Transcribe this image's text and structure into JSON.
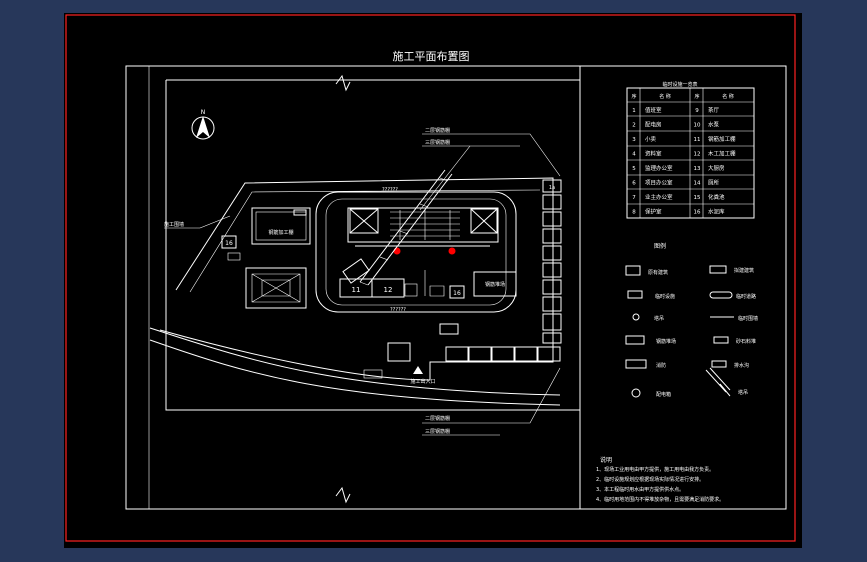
{
  "drawing": {
    "title": "施工平面布置图",
    "north": "N",
    "labels": {
      "top_callout_1": "二层钢筋棚",
      "top_callout_2": "三层钢筋棚",
      "bottom_callout_1": "二层钢筋棚",
      "bottom_callout_2": "三层钢筋棚",
      "road_top": "??????",
      "road_bottom": "??????",
      "left_road": "施工围墙",
      "entrance": "施工出入口",
      "building_left": "钢筋加工棚",
      "plot_label": "钢筋堆场",
      "num_11": "11",
      "num_12": "12",
      "num_16_left": "16",
      "num_16_right": "16",
      "num_1a": "1a"
    }
  },
  "legend_table": {
    "title": "临时设施一览表",
    "header": [
      "序",
      "名 称",
      "序",
      "名 称"
    ],
    "rows": [
      [
        "1",
        "值班室",
        "9",
        "茶厅"
      ],
      [
        "2",
        "配电房",
        "10",
        "水泵"
      ],
      [
        "3",
        "小卖",
        "11",
        "钢筋加工棚"
      ],
      [
        "4",
        "资料室",
        "12",
        "木工加工棚"
      ],
      [
        "5",
        "监理办公室",
        "13",
        "大厨房"
      ],
      [
        "6",
        "项目办公室",
        "14",
        "厕所"
      ],
      [
        "7",
        "业主办公室",
        "15",
        "化粪池"
      ],
      [
        "8",
        "保护室",
        "16",
        "水泥库"
      ]
    ]
  },
  "legend": {
    "title": "图例",
    "items": [
      "原有建筑",
      "拟建建筑",
      "临时设施",
      "临时道路",
      "塔吊",
      "临时围墙",
      "钢筋堆场",
      "砂石料堆",
      "消防",
      "排水沟",
      "配电箱",
      "塔吊"
    ]
  },
  "notes": {
    "title": "说明",
    "lines": [
      "1、现场工业用电由甲方提供，施工用电由我方负责。",
      "2、临时设施规划应根据现场实际情况进行安排。",
      "3、本工程临时用水由甲方提供供水点。",
      "4、临时用地范围内不得堆放杂物，且需要满足消防要求。"
    ]
  }
}
